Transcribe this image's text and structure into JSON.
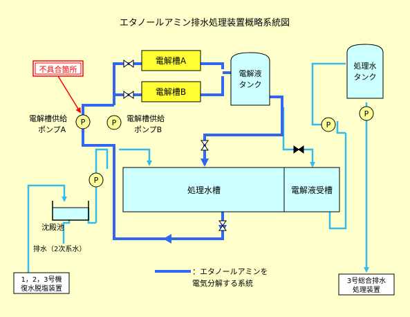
{
  "title": "エタノールアミン排水処理装置概略系統図",
  "callout": "不具合箇所",
  "tanks": {
    "electrolyte_tank": [
      "電解液",
      "タンク"
    ],
    "treated_water_tank": [
      "処理水",
      "タンク"
    ]
  },
  "cells": {
    "a": "電解槽A",
    "b": "電解槽B"
  },
  "pump_symbol": "P",
  "pumps": {
    "a_label": [
      "電解槽供給",
      "ポンプA"
    ],
    "b_label": [
      "電解槽供給",
      "ポンプB"
    ]
  },
  "basins": {
    "treatment_water": "処理水槽",
    "electrolyte_receiver": "電解液受槽",
    "settling": "沈殿池"
  },
  "labels": {
    "drain": "排水（2次系水）"
  },
  "boxes": {
    "source": [
      "1，2，3号機",
      "復水脱塩装置"
    ],
    "destination": [
      "3号総合排水",
      "処理装置"
    ]
  },
  "legend": [
    "：エタノールアミンを",
    "電気分解する系統"
  ],
  "colors": {
    "background": "#ffffcc",
    "blue_line": "#3366ee",
    "cyan_line": "#33bbee",
    "cell_fill": "#ffff33",
    "basin_fill": "#ccffff",
    "callout_red": "#ff0000",
    "pump_fill": "#ffff99"
  }
}
